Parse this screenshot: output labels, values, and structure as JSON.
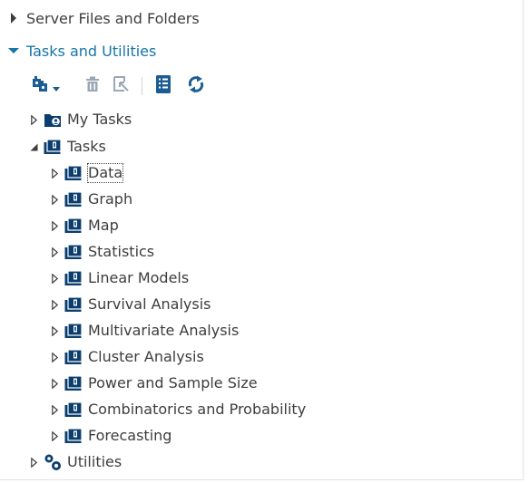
{
  "sections": {
    "server_files": {
      "label": "Server Files and Folders",
      "state": "collapsed"
    },
    "tasks_utilities": {
      "label": "Tasks and Utilities",
      "state": "expanded"
    }
  },
  "toolbar": {
    "buttons": [
      {
        "name": "new-task-menu",
        "icon": "new-tasks-icon"
      },
      {
        "name": "delete",
        "icon": "trash-icon"
      },
      {
        "name": "open",
        "icon": "open-arrow-icon"
      },
      {
        "name": "properties",
        "icon": "properties-list-icon"
      },
      {
        "name": "refresh",
        "icon": "refresh-icon"
      }
    ]
  },
  "tree": {
    "my_tasks": "My Tasks",
    "tasks": "Tasks",
    "task_children": [
      "Data",
      "Graph",
      "Map",
      "Statistics",
      "Linear Models",
      "Survival Analysis",
      "Multivariate Analysis",
      "Cluster Analysis",
      "Power and Sample Size",
      "Combinatorics and Probability",
      "Forecasting"
    ],
    "utilities": "Utilities",
    "focused_item": "Data"
  },
  "colors": {
    "accent": "#1775a8",
    "icon_navy": "#0b3e6e",
    "text": "#3d3d3d",
    "toolbar_icon_blue": "#1b5d92",
    "toolbar_icon_gray": "#9aa8b5"
  }
}
